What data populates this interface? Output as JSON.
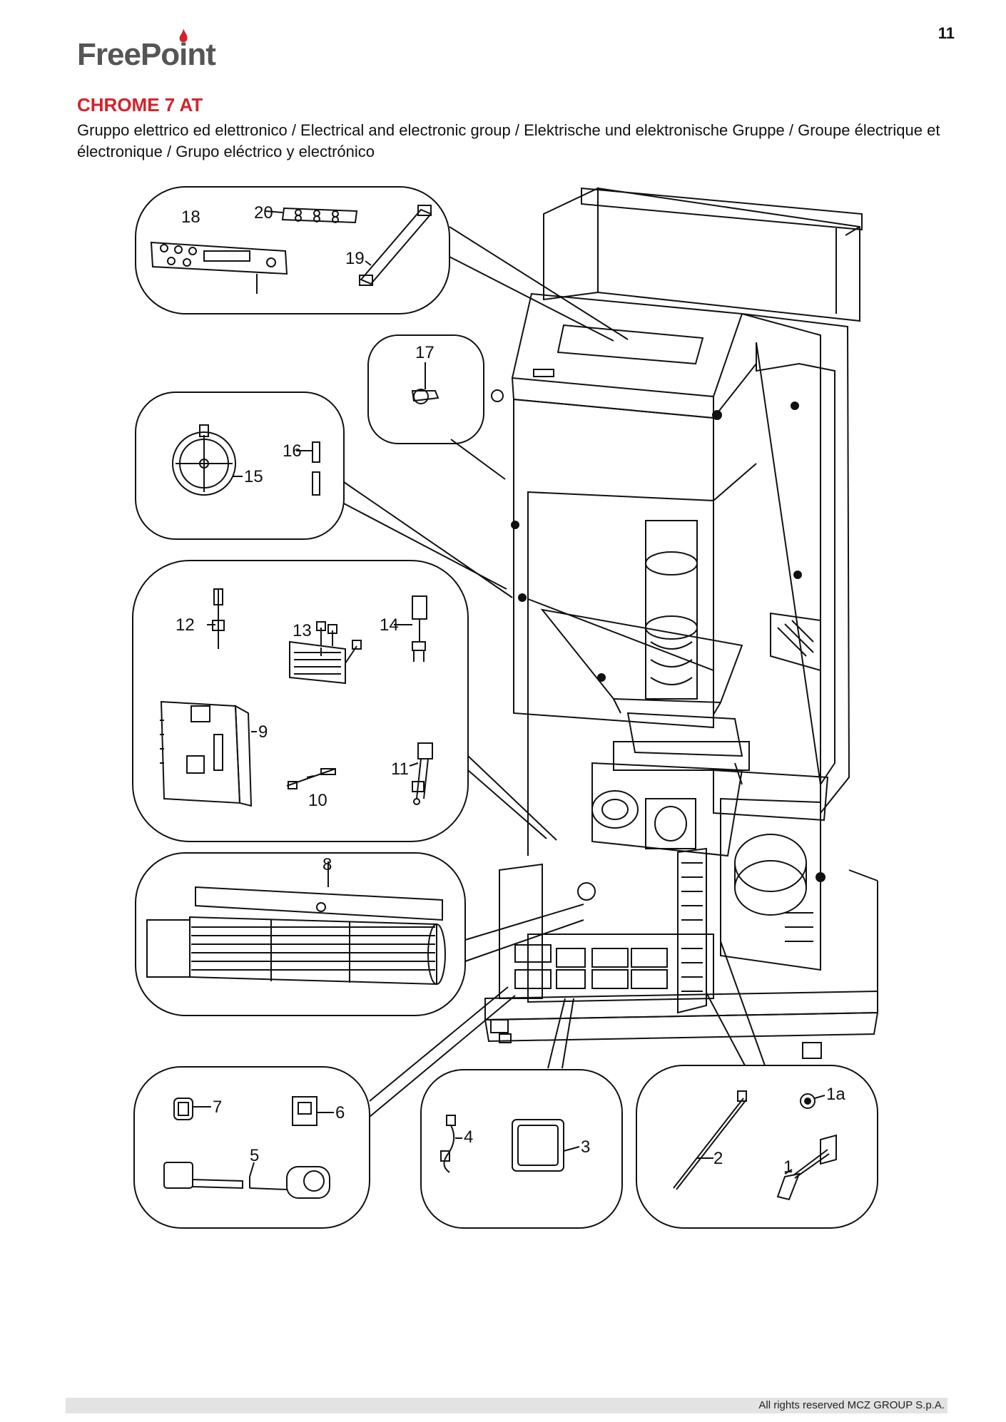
{
  "page": {
    "number": "11"
  },
  "brand": {
    "name": "FreePoint",
    "accent": "#d4222a"
  },
  "document": {
    "model": "CHROME 7 AT",
    "subtitle": "Gruppo elettrico ed elettronico / Electrical and electronic group / Elektrische und elektronische Gruppe / Groupe électrique et électronique / Grupo eléctrico y electrónico"
  },
  "parts": {
    "p1": "1",
    "p1a": "1a",
    "p2": "2",
    "p3": "3",
    "p4": "4",
    "p5": "5",
    "p6": "6",
    "p7": "7",
    "p8": "8",
    "p9": "9",
    "p10": "10",
    "p11": "11",
    "p12": "12",
    "p13": "13",
    "p14": "14",
    "p15": "15",
    "p16": "16",
    "p17": "17",
    "p18": "18",
    "p19": "19",
    "p20": "20"
  },
  "footer": {
    "copyright": "All rights reserved MCZ GROUP S.p.A."
  }
}
